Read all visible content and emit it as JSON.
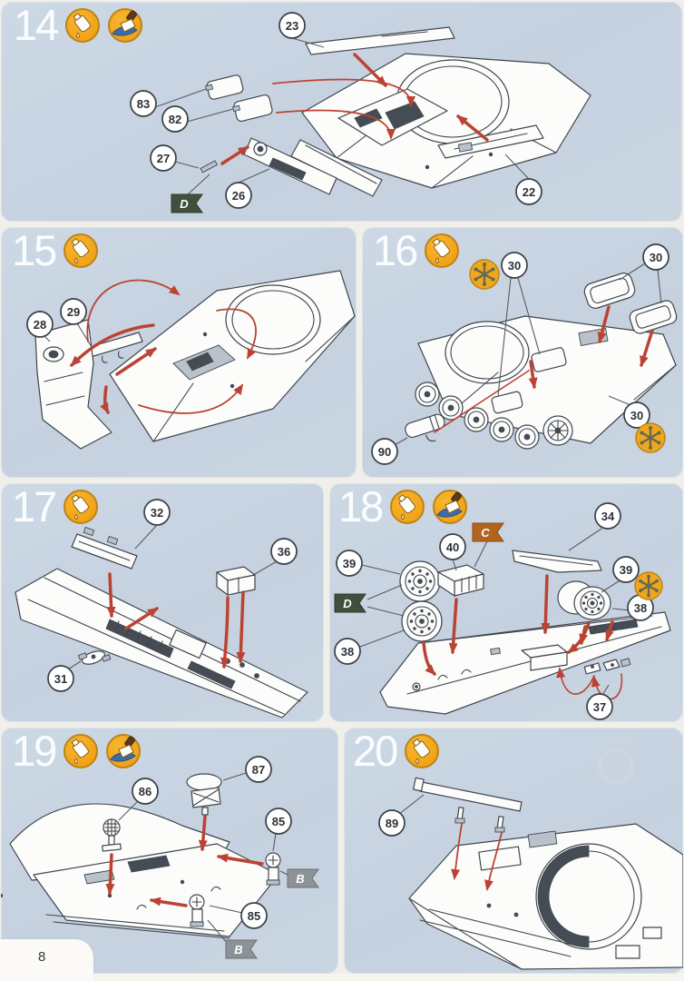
{
  "page": {
    "number": "8"
  },
  "colors": {
    "panel_bg": "#c6d2df",
    "page_bg": "#f0efe9",
    "arrow_red": "#bb4334",
    "icon_orange": "#efa71e",
    "flag_d_green": "#41503c",
    "flag_c_orange": "#b2641e",
    "flag_b_gray": "#8d9296",
    "outline_dark": "#3f464e"
  },
  "legend_icons": {
    "cement": "glue-cement-icon",
    "paint": "paintbrush-icon",
    "optional": "optional-parts-asterisk-icon"
  },
  "steps": [
    {
      "number": "14",
      "icons": [
        "cement",
        "paint"
      ],
      "callouts": [
        "23",
        "83",
        "82",
        "27",
        "26",
        "22"
      ],
      "flags": [
        "D"
      ]
    },
    {
      "number": "15",
      "icons": [
        "cement"
      ],
      "callouts": [
        "29",
        "28"
      ],
      "flags": []
    },
    {
      "number": "16",
      "icons": [
        "cement"
      ],
      "callouts": [
        "30",
        "30",
        "30",
        "90"
      ],
      "flags": [],
      "asterisk_markers": 2
    },
    {
      "number": "17",
      "icons": [
        "cement"
      ],
      "callouts": [
        "32",
        "36",
        "31"
      ],
      "flags": []
    },
    {
      "number": "18",
      "icons": [
        "cement",
        "paint"
      ],
      "callouts": [
        "39",
        "40",
        "34",
        "39",
        "38",
        "38",
        "37"
      ],
      "flags": [
        "C",
        "D"
      ],
      "asterisk_markers": 1
    },
    {
      "number": "19",
      "icons": [
        "cement",
        "paint"
      ],
      "callouts": [
        "87",
        "86",
        "85",
        "85"
      ],
      "flags": [
        "B",
        "B"
      ]
    },
    {
      "number": "20",
      "icons": [
        "cement"
      ],
      "callouts": [
        "89"
      ],
      "flags": []
    }
  ]
}
